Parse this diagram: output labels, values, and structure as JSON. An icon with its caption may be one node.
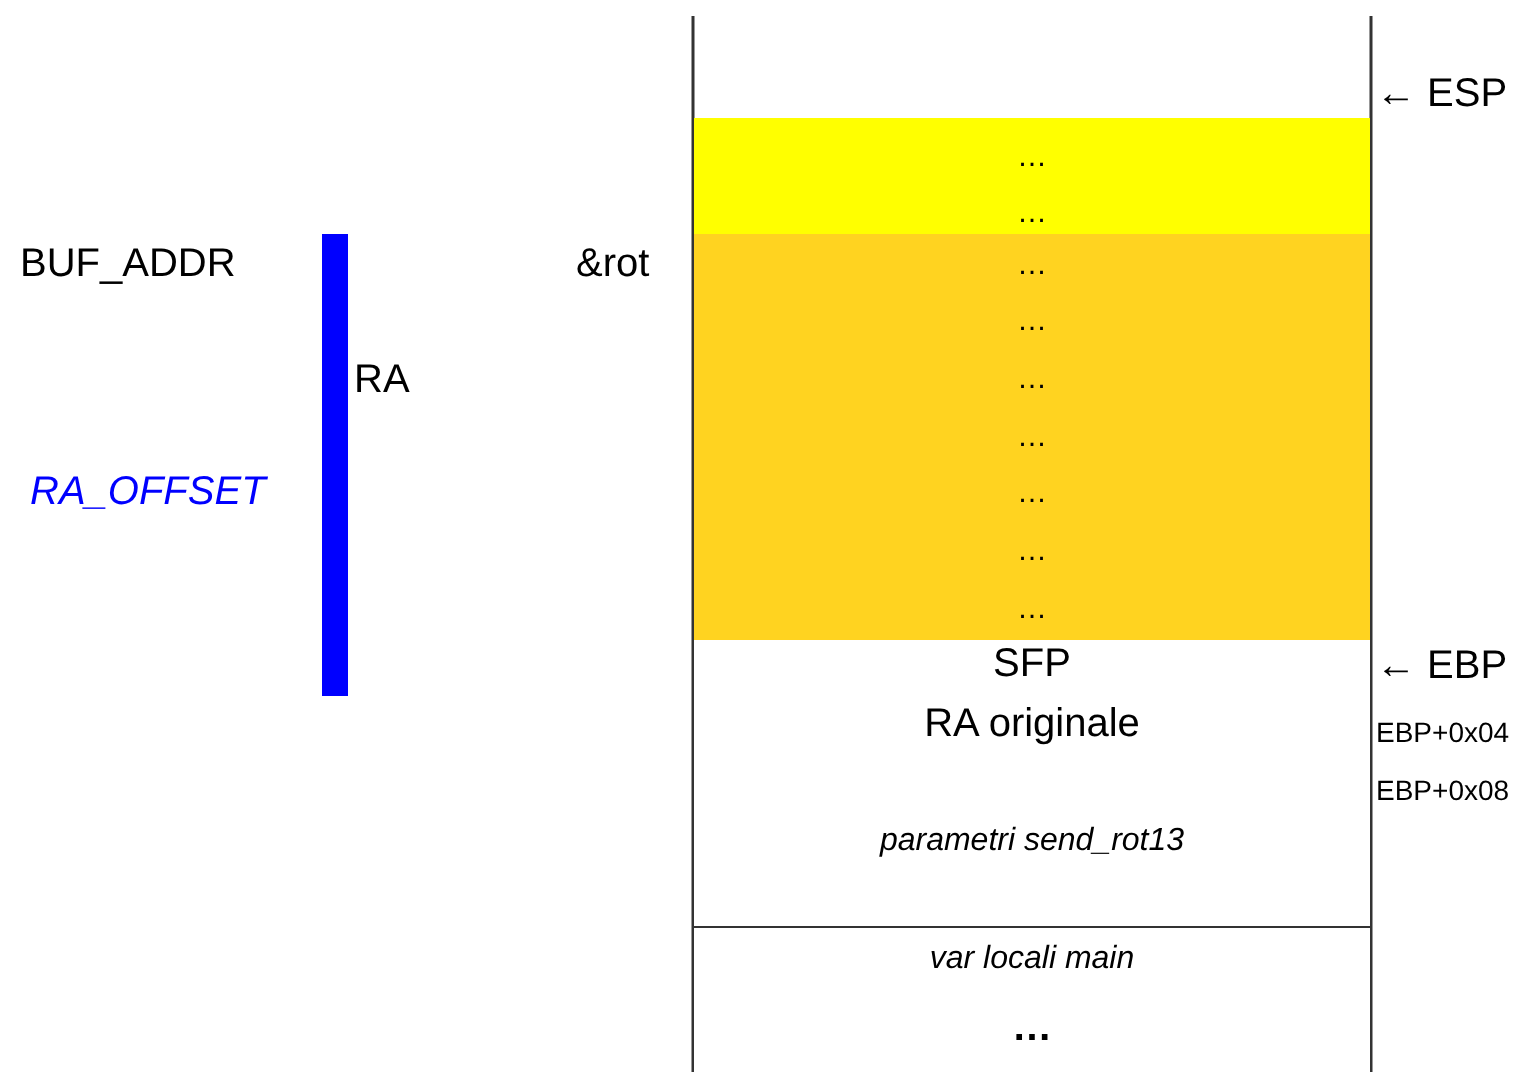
{
  "diagram": {
    "nodes": [
      {
        "text": [
          "…",
          "…"
        ]
      },
      {
        "text": [
          "…",
          "…",
          "…",
          "…",
          "…",
          "…",
          "…"
        ]
      },
      {
        "text": [
          "SFP",
          "RA originale",
          "parametri send_rot13"
        ]
      },
      {
        "text": [
          "var locali main",
          "…"
        ]
      },
      {
        "text": [],
        "shape": "bar",
        "beside": [
          "RA"
        ]
      }
    ],
    "labels": [
      "← ESP",
      "BUF_ADDR",
      "&rot",
      "RA_OFFSET",
      "← EBP",
      "EBP+0x04",
      "EBP+0x08"
    ]
  }
}
